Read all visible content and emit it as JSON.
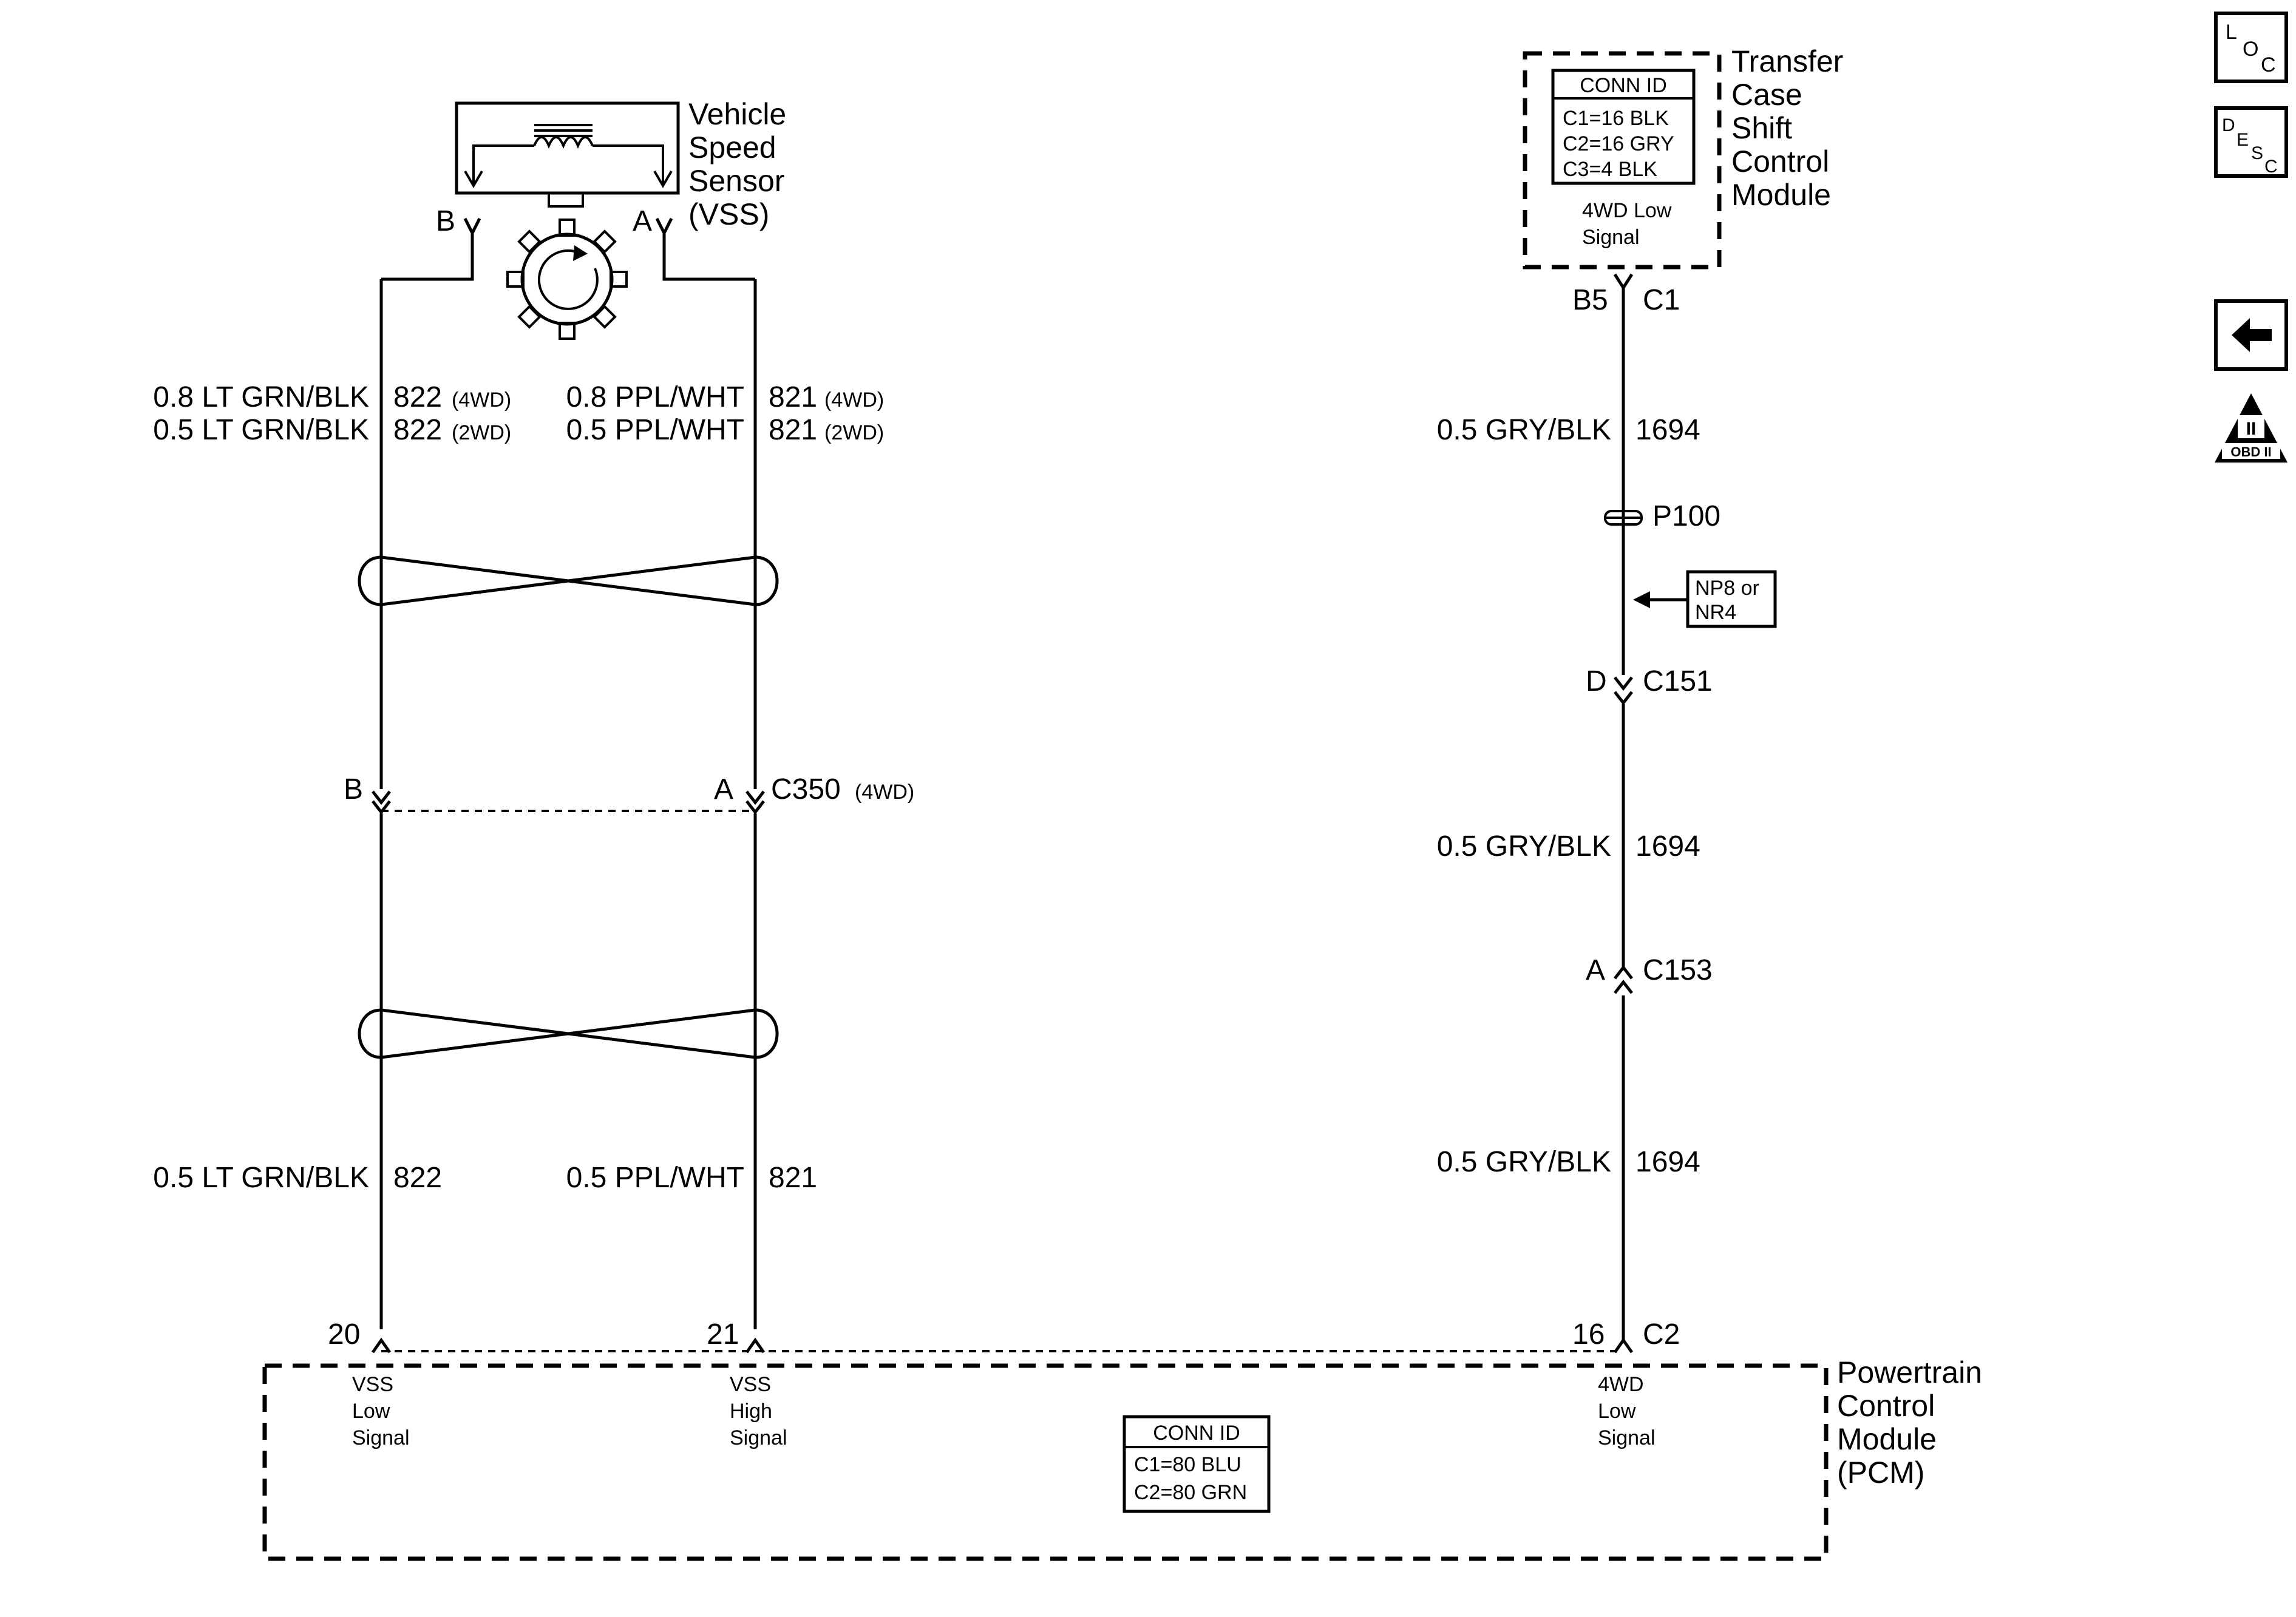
{
  "vss": {
    "name_lines": [
      "Vehicle",
      "Speed",
      "Sensor",
      "(VSS)"
    ],
    "pin_b": "B",
    "pin_a": "A"
  },
  "left_wires": {
    "row1_color": "0.8 LT GRN/BLK",
    "row1_circuit": "822",
    "row1_variant": "(4WD)",
    "row2_color": "0.5 LT GRN/BLK",
    "row2_circuit": "822",
    "row2_variant": "(2WD)",
    "lower_color": "0.5 LT GRN/BLK",
    "lower_circuit": "822"
  },
  "right_wires": {
    "row1_color": "0.8 PPL/WHT",
    "row1_circuit": "821",
    "row1_variant": "(4WD)",
    "row2_color": "0.5 PPL/WHT",
    "row2_circuit": "821",
    "row2_variant": "(2WD)",
    "lower_color": "0.5 PPL/WHT",
    "lower_circuit": "821"
  },
  "c350": {
    "pin_b": "B",
    "pin_a": "A",
    "name": "C350",
    "variant": "(4WD)"
  },
  "tcscm": {
    "name_lines": [
      "Transfer",
      "Case",
      "Shift",
      "Control",
      "Module"
    ],
    "conn_id_title": "CONN ID",
    "conn_id_lines": [
      "C1=16 BLK",
      "C2=16 GRY",
      "C3=4 BLK"
    ],
    "signal_lines": [
      "4WD Low",
      "Signal"
    ],
    "pin": "B5",
    "connector": "C1"
  },
  "circuit_1694": {
    "color": "0.5 GRY/BLK",
    "circuit": "1694",
    "splice": "P100",
    "option_lines": [
      "NP8 or",
      "NR4"
    ],
    "c151_pin": "D",
    "c151": "C151",
    "c153_pin": "A",
    "c153": "C153"
  },
  "pcm": {
    "name_lines": [
      "Powertrain",
      "Control",
      "Module",
      "(PCM)"
    ],
    "pin_20": "20",
    "pin_21": "21",
    "pin_16": "16",
    "connector": "C2",
    "sig_low_lines": [
      "VSS",
      "Low",
      "Signal"
    ],
    "sig_high_lines": [
      "VSS",
      "High",
      "Signal"
    ],
    "sig_4wd_lines": [
      "4WD",
      "Low",
      "Signal"
    ],
    "conn_id_title": "CONN ID",
    "conn_id_lines": [
      "C1=80 BLU",
      "C2=80 GRN"
    ]
  },
  "side_icons": {
    "loc": [
      "L",
      "O",
      "C"
    ],
    "desc": [
      "D",
      "E",
      "S",
      "C"
    ],
    "back_icon": "left-arrow-icon",
    "obd_numeral": "II",
    "obd_text": "OBD II"
  }
}
